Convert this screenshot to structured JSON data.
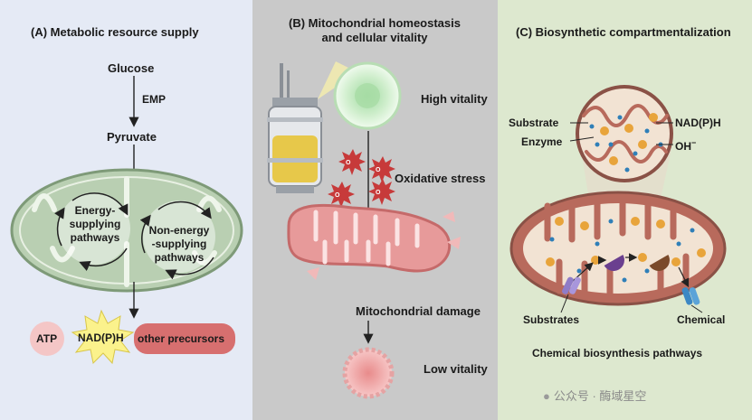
{
  "panel_a": {
    "title": "(A) Metabolic resource supply",
    "glucose": "Glucose",
    "emp": "EMP",
    "pyruvate": "Pyruvate",
    "energy_line1": "Energy-",
    "energy_line2": "supplying",
    "energy_line3": "pathways",
    "nonenergy_line1": "Non-energy",
    "nonenergy_line2": "-supplying",
    "nonenergy_line3": "pathways",
    "atp": "ATP",
    "nadph": "NAD(P)H",
    "other": "other precursors",
    "colors": {
      "background": "#e5eaf5",
      "mito": "#b9cfb2",
      "atp": "#f4c6c6",
      "nadph_star": "#fbf28c",
      "other": "#d76f6f"
    }
  },
  "panel_b": {
    "title_line1": "(B) Mitochondrial homeostasis",
    "title_line2": "and cellular vitality",
    "high": "High vitality",
    "oxidative": "Oxidative stress",
    "damage": "Mitochondrial damage",
    "low": "Low vitality",
    "o2": "O₂",
    "colors": {
      "background": "#c9c9c9",
      "mito": "#e79a9a",
      "cell_high": "#cfeecc",
      "cell_low": "#f0a6a6",
      "burst": "#c73a3a"
    }
  },
  "panel_c": {
    "title": "(C) Biosynthetic compartmentalization",
    "substrate": "Substrate",
    "enzyme": "Enzyme",
    "nadph": "NAD(P)H",
    "oh": "OH",
    "oh_sup": "−",
    "substrates": "Substrates",
    "chemical": "Chemical",
    "pathways": "Chemical biosynthesis pathways",
    "colors": {
      "background": "#dde8cf",
      "mito": "#b86a5c",
      "matrix": "#f2e3d3",
      "dot_orange": "#e8a43b",
      "dot_blue": "#2f7fb8",
      "enzyme": "#6a3f8f"
    }
  },
  "watermark": {
    "text": "公众号 · 酶域星空"
  }
}
